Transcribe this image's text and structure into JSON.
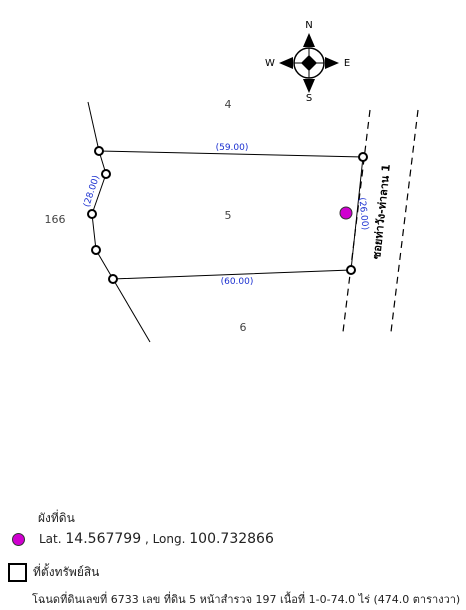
{
  "compass": {
    "n": "N",
    "e": "E",
    "s": "S",
    "w": "W"
  },
  "parcels": {
    "north": "4",
    "center": "5",
    "south": "6",
    "west": "166"
  },
  "dimensions": {
    "top": "(59.00)",
    "left": "(28.00)",
    "right": "(26.00)",
    "bottom": "(60.00)"
  },
  "road_name": "ซอยท่าวัง-ท่าลาน 1",
  "colors": {
    "pin": "#d000d0",
    "dimension_text": "#1a2fd0"
  },
  "legend": {
    "title": "ผังที่ดิน",
    "lat_label": "Lat.",
    "lat_value": "14.567799",
    "sep": ", Long.",
    "long_value": "100.732866",
    "property_label": "ที่ตั้งทรัพย์สิน",
    "deed": "โฉนดที่ดินเลขที่ 6733 เลข ที่ดิน 5 หน้าสำรวจ 197 เนื้อที่ 1-0-74.0 ไร่ (474.0 ตารางวา)"
  }
}
